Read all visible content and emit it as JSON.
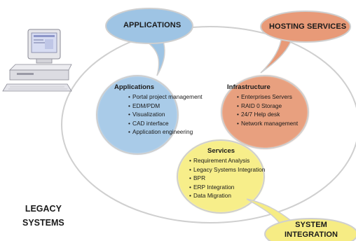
{
  "callouts": {
    "applications": "APPLICATIONS",
    "hosting_services": "HOSTING SERVICES",
    "system_integration": "SYSTEM\nINTEGRATION"
  },
  "clusters": {
    "applications": {
      "title": "Applications",
      "items": [
        "Portal project management",
        "EDM/PDM",
        "Visualization",
        "CAD interface",
        "Application engineering"
      ]
    },
    "infrastructure": {
      "title": "Infrastructure",
      "items": [
        "Enterprises Servers",
        "RAID 0 Storage",
        "24/7 Help desk",
        "Network management"
      ]
    },
    "services": {
      "title": "Services",
      "items": [
        "Requirement Analysis",
        "Legacy Systems Integration",
        "BPR",
        "ERP Integration",
        "Data Migration"
      ]
    }
  },
  "legacy_systems": "LEGACY\nSYSTEMS",
  "colors": {
    "applications_blue": "#9ec4e4",
    "hosting_orange": "#e89a78",
    "integration_yellow": "#f6ec84",
    "outline": "#c9c9c9"
  },
  "icons": [
    "desktop-computer-icon"
  ]
}
